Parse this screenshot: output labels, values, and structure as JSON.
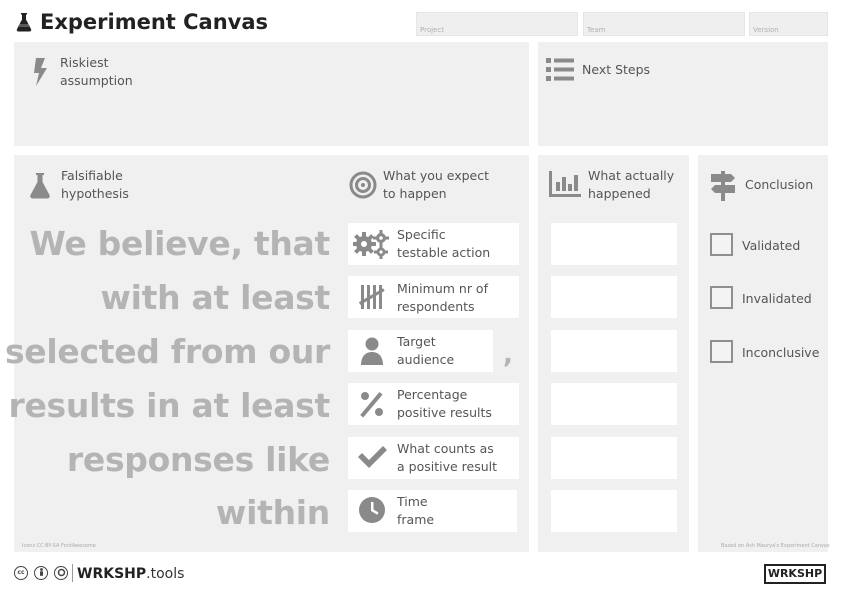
{
  "header": {
    "title": "Experiment Canvas",
    "fields": {
      "project": "Project",
      "team": "Team",
      "version": "Version"
    }
  },
  "sections": {
    "riskiest": "Riskiest\nassumption",
    "next_steps": "Next Steps",
    "hypothesis": "Falsifiable\nhypothesis",
    "expect": "What you expect\nto happen",
    "actual": "What actually\nhappened",
    "conclusion": "Conclusion"
  },
  "statement": {
    "lines": [
      "We believe, that",
      "with at least",
      "selected from our",
      "results in at least",
      "responses like",
      "within"
    ],
    "comma": ","
  },
  "expect_items": [
    {
      "label": "Specific\ntestable action",
      "icon": "gears-icon"
    },
    {
      "label": "Minimum nr of\nrespondents",
      "icon": "tally-icon"
    },
    {
      "label": "Target\naudience",
      "icon": "person-icon"
    },
    {
      "label": "Percentage\npositive results",
      "icon": "percent-icon"
    },
    {
      "label": "What counts as\na positive result",
      "icon": "checkmark-icon"
    },
    {
      "label": "Time\nframe",
      "icon": "clock-icon"
    }
  ],
  "conclusion_options": [
    "Validated",
    "Invalidated",
    "Inconclusive"
  ],
  "footer": {
    "icons_credit": "Icons CC-BY-SA FontAwesome",
    "based_on": "Based on Ash Maurya's Experiment Canvas",
    "brand_bold": "WRKSHP",
    "brand_light": ".tools",
    "badge": "WRKSHP",
    "license_icons": [
      "cc",
      "by",
      "sa"
    ]
  },
  "colors": {
    "panel": "#f0f0f0",
    "statement": "#b4b4b4",
    "icon": "#8a8a8a"
  }
}
